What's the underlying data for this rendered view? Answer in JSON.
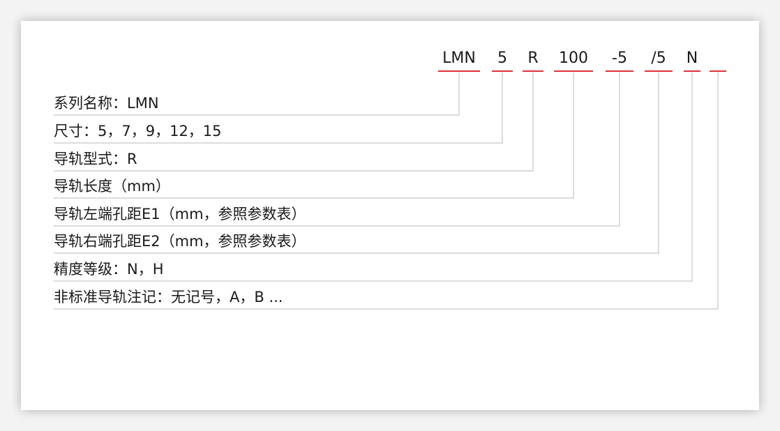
{
  "code_parts": [
    "LMN",
    "5",
    "R",
    "100",
    "-5",
    "/5",
    "N",
    ""
  ],
  "rows": [
    "系列名称：LMN",
    "尺寸：5，7，9，12，15",
    "导轨型式：R",
    "导轨长度（mm）",
    "导轨左端孔距E1（mm，参照参数表）",
    "导轨右端孔距E2（mm，参照参数表）",
    "精度等级：N，H",
    "非标准导轨注记：无记号，A，B ..."
  ],
  "colors": {
    "underline": "#e0303a",
    "connector": "#b8b8b8",
    "text": "#1a1a1a"
  }
}
